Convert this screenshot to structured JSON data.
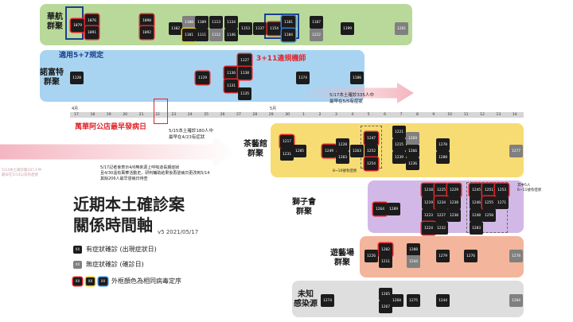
{
  "axis": {
    "month_april": "4月",
    "month_may": "5月",
    "april_days": [
      "17",
      "18",
      "19",
      "20",
      "21",
      "22",
      "23",
      "24",
      "25",
      "26",
      "27",
      "28",
      "29",
      "30"
    ],
    "may_days": [
      "1",
      "2",
      "3",
      "4",
      "5",
      "6",
      "7",
      "8",
      "9",
      "10",
      "11",
      "12",
      "13",
      "14"
    ]
  },
  "clusters": [
    {
      "name": "華航\n群聚",
      "color": "#b9d99a"
    },
    {
      "name": "諾富特\n群聚",
      "color": "#a9d4f1"
    },
    {
      "name": "茶藝館\n群聚",
      "color": "#f7dc74"
    },
    {
      "name": "獅子會\n群聚",
      "color": "#d2b8e6"
    },
    {
      "name": "遊藝場\n群聚",
      "color": "#f3b59c"
    },
    {
      "name": "未知\n感染源",
      "color": "#dedede"
    }
  ],
  "cases": {
    "cal": [
      "1079",
      "1076",
      "1091",
      "1090",
      "1092",
      "1102",
      "1100",
      "1101",
      "1109",
      "1111",
      "1113",
      "1112",
      "1134",
      "1146",
      "1153",
      "1137",
      "1154",
      "1181",
      "1184",
      "1187",
      "1222",
      "1199",
      "1201"
    ],
    "novotel": [
      "1120",
      "1129",
      "1127",
      "1136",
      "1138",
      "1131",
      "1135",
      "1174",
      "1186"
    ],
    "tea": [
      "1217",
      "1231",
      "1285",
      "1249",
      "1220",
      "1203",
      "1263",
      "1247",
      "1252",
      "1254",
      "1221",
      "1215",
      "1269",
      "1266",
      "1239",
      "1236",
      "1270",
      "1288",
      "1277"
    ],
    "lions": [
      "1218",
      "1225",
      "1229",
      "1219",
      "1234",
      "1238",
      "1223",
      "1227",
      "1224",
      "1232",
      "1230",
      "1245",
      "1251",
      "1253",
      "1246",
      "1255",
      "1248",
      "1250",
      "1283",
      "1271",
      "1264",
      "1289"
    ],
    "arcade": [
      "1202",
      "1211",
      "1226",
      "1208",
      "1244",
      "1279",
      "1276",
      "1278"
    ],
    "unknown": [
      "1274",
      "1265",
      "1267",
      "1268",
      "1275",
      "1244",
      "1284"
    ]
  },
  "annotations": {
    "rule_57": "適用5+7規定",
    "pilot_311": "3+11違規機師",
    "wanhua": "萬華阿公店最早發病日",
    "note_0515": "5/15本土確診180人中\n最早在4/23有症狀",
    "note_0517": "5/17本土確診335人中\n最早在5/5有症狀",
    "note_0517b": "5/17記者會表示4/6無來源上呼吸道長期症狀\n且4/30遠有萬華活動史，研判輔助結果後再發病日更改到5/14\n其餘206人最早發病日待查",
    "note_tea": "8~10號有症狀",
    "note_lions": "其中5人\n6~11號有症狀",
    "faded": "5/14本土確診數207人中\n最早在5/14以前有症狀"
  },
  "title": "近期本土確診案\n關係時間軸",
  "version": "v5 2021/05/17",
  "legend": {
    "sym_label": "有症狀確診 (出現症狀日)",
    "asym_label": "無症狀確診 (確診日)",
    "frame_label": "外框顏色為相同病毒定序",
    "xx": "XX"
  },
  "colors": {
    "red": "#e0262b",
    "blue": "#1d3f8f",
    "pink_arrow": "#f4b6c0",
    "case": "#1c1c1c",
    "grey_case": "#808080"
  }
}
